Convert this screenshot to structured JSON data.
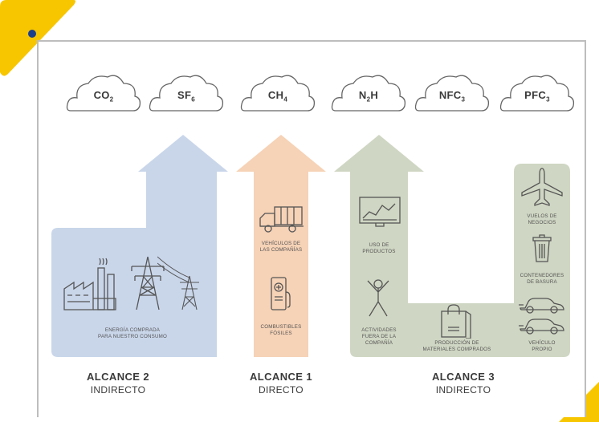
{
  "gases": [
    "CO2",
    "SF6",
    "CH4",
    "N2H",
    "NFC3",
    "PFC3"
  ],
  "gas_display": {
    "co2": {
      "base": "CO",
      "sub": "2"
    },
    "sf6": {
      "base": "SF",
      "sub": "6"
    },
    "ch4": {
      "base": "CH",
      "sub": "4"
    },
    "n2h": {
      "pre": "N",
      "sub": "2",
      "post": "H"
    },
    "nfc3": {
      "base": "NFC",
      "sub": "3"
    },
    "pfc3": {
      "base": "PFC",
      "sub": "3"
    }
  },
  "scope2": {
    "title": "ALCANCE 2",
    "subtitle": "INDIRECTO",
    "caption_line1": "ENERGÍA COMPRADA",
    "caption_line2": "PARA NUESTRO CONSUMO",
    "color": "#c9d6ea"
  },
  "scope1": {
    "title": "ALCANCE 1",
    "subtitle": "DIRECTO",
    "item1_line1": "VEHÍCULOS DE",
    "item1_line2": "LAS COMPAÑÍAS",
    "item2_line1": "COMBUSTIBLES",
    "item2_line2": "FÓSILES",
    "color": "#f6d2b6"
  },
  "scope3": {
    "title": "ALCANCE 3",
    "subtitle": "INDIRECTO",
    "uso_line1": "USO DE",
    "uso_line2": "PRODUCTOS",
    "act_line1": "ACTIVIDADES",
    "act_line2": "FUERA DE LA",
    "act_line3": "COMPAÑÍA",
    "prod_line1": "PRODUCCIÓN DE",
    "prod_line2": "MATERIALES COMPRADOS",
    "vuelos_line1": "VUELOS DE",
    "vuelos_line2": "NEGOCIOS",
    "cont_line1": "CONTENEDORES",
    "cont_line2": "DE BASURA",
    "veh_line1": "VEHÍCULO",
    "veh_line2": "PROPIO",
    "color": "#cfd6c3"
  },
  "accent_color": "#f7c600"
}
